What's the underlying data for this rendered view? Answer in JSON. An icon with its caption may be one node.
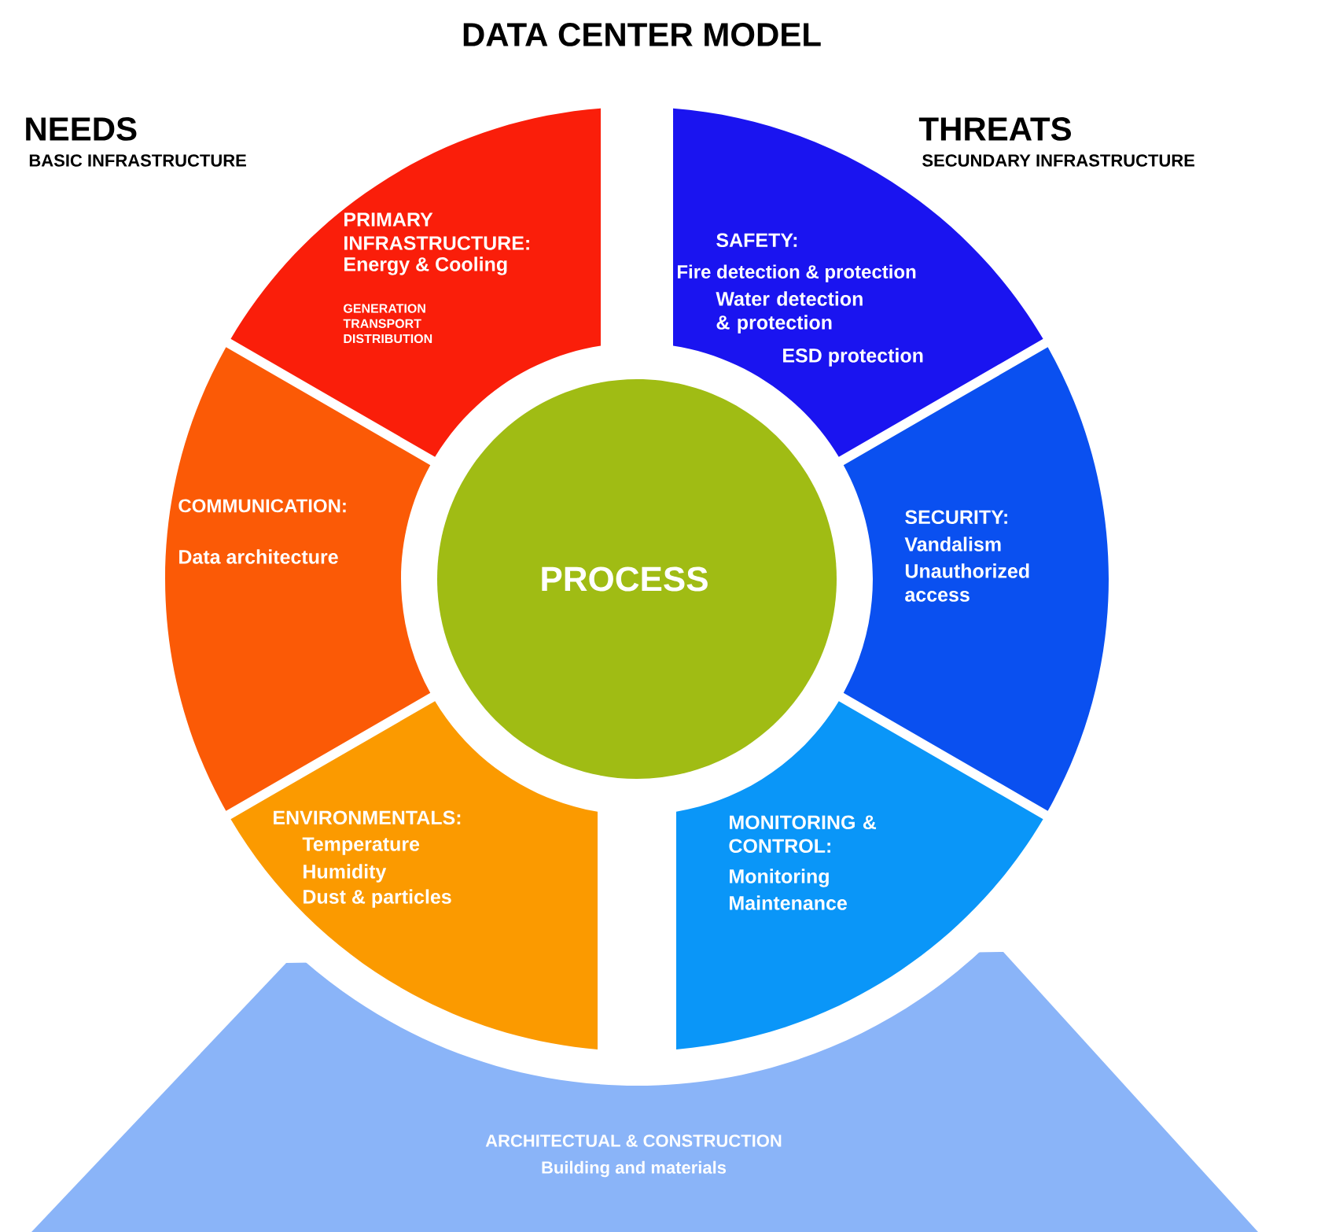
{
  "diagram": {
    "title": "DATA CENTER MODEL",
    "nodes": [
      {
        "text": [
          "PRIMARY INFRASTRUCTURE:",
          "Energy & Cooling",
          "GENERATION TRANSPORT DISTRIBUTION"
        ]
      },
      {
        "text": [
          "SAFETY:",
          "Fire detection & protection",
          "Water detection & protection",
          "ESD protection"
        ]
      },
      {
        "text": [
          "COMMUNICATION:",
          "Data architecture"
        ]
      },
      {
        "text": [
          "PROCESS"
        ]
      },
      {
        "text": [
          "SECURITY:",
          "Vandalism",
          "Unauthorized access"
        ]
      },
      {
        "text": [
          "ENVIRONMENTALS:",
          "Temperature",
          "Humidity",
          "Dust & particles"
        ]
      },
      {
        "text": [
          "MONITORING & CONTROL:",
          "Monitoring",
          "Maintenance"
        ]
      },
      {
        "text": [
          "ARCHITECTUAL & CONSTRUCTION",
          "Building and materials"
        ]
      }
    ],
    "labels": [
      "NEEDS",
      "BASIC INFRASTRUCTURE",
      "THREATS",
      "SECUNDARY INFRASTRUCTURE"
    ]
  }
}
